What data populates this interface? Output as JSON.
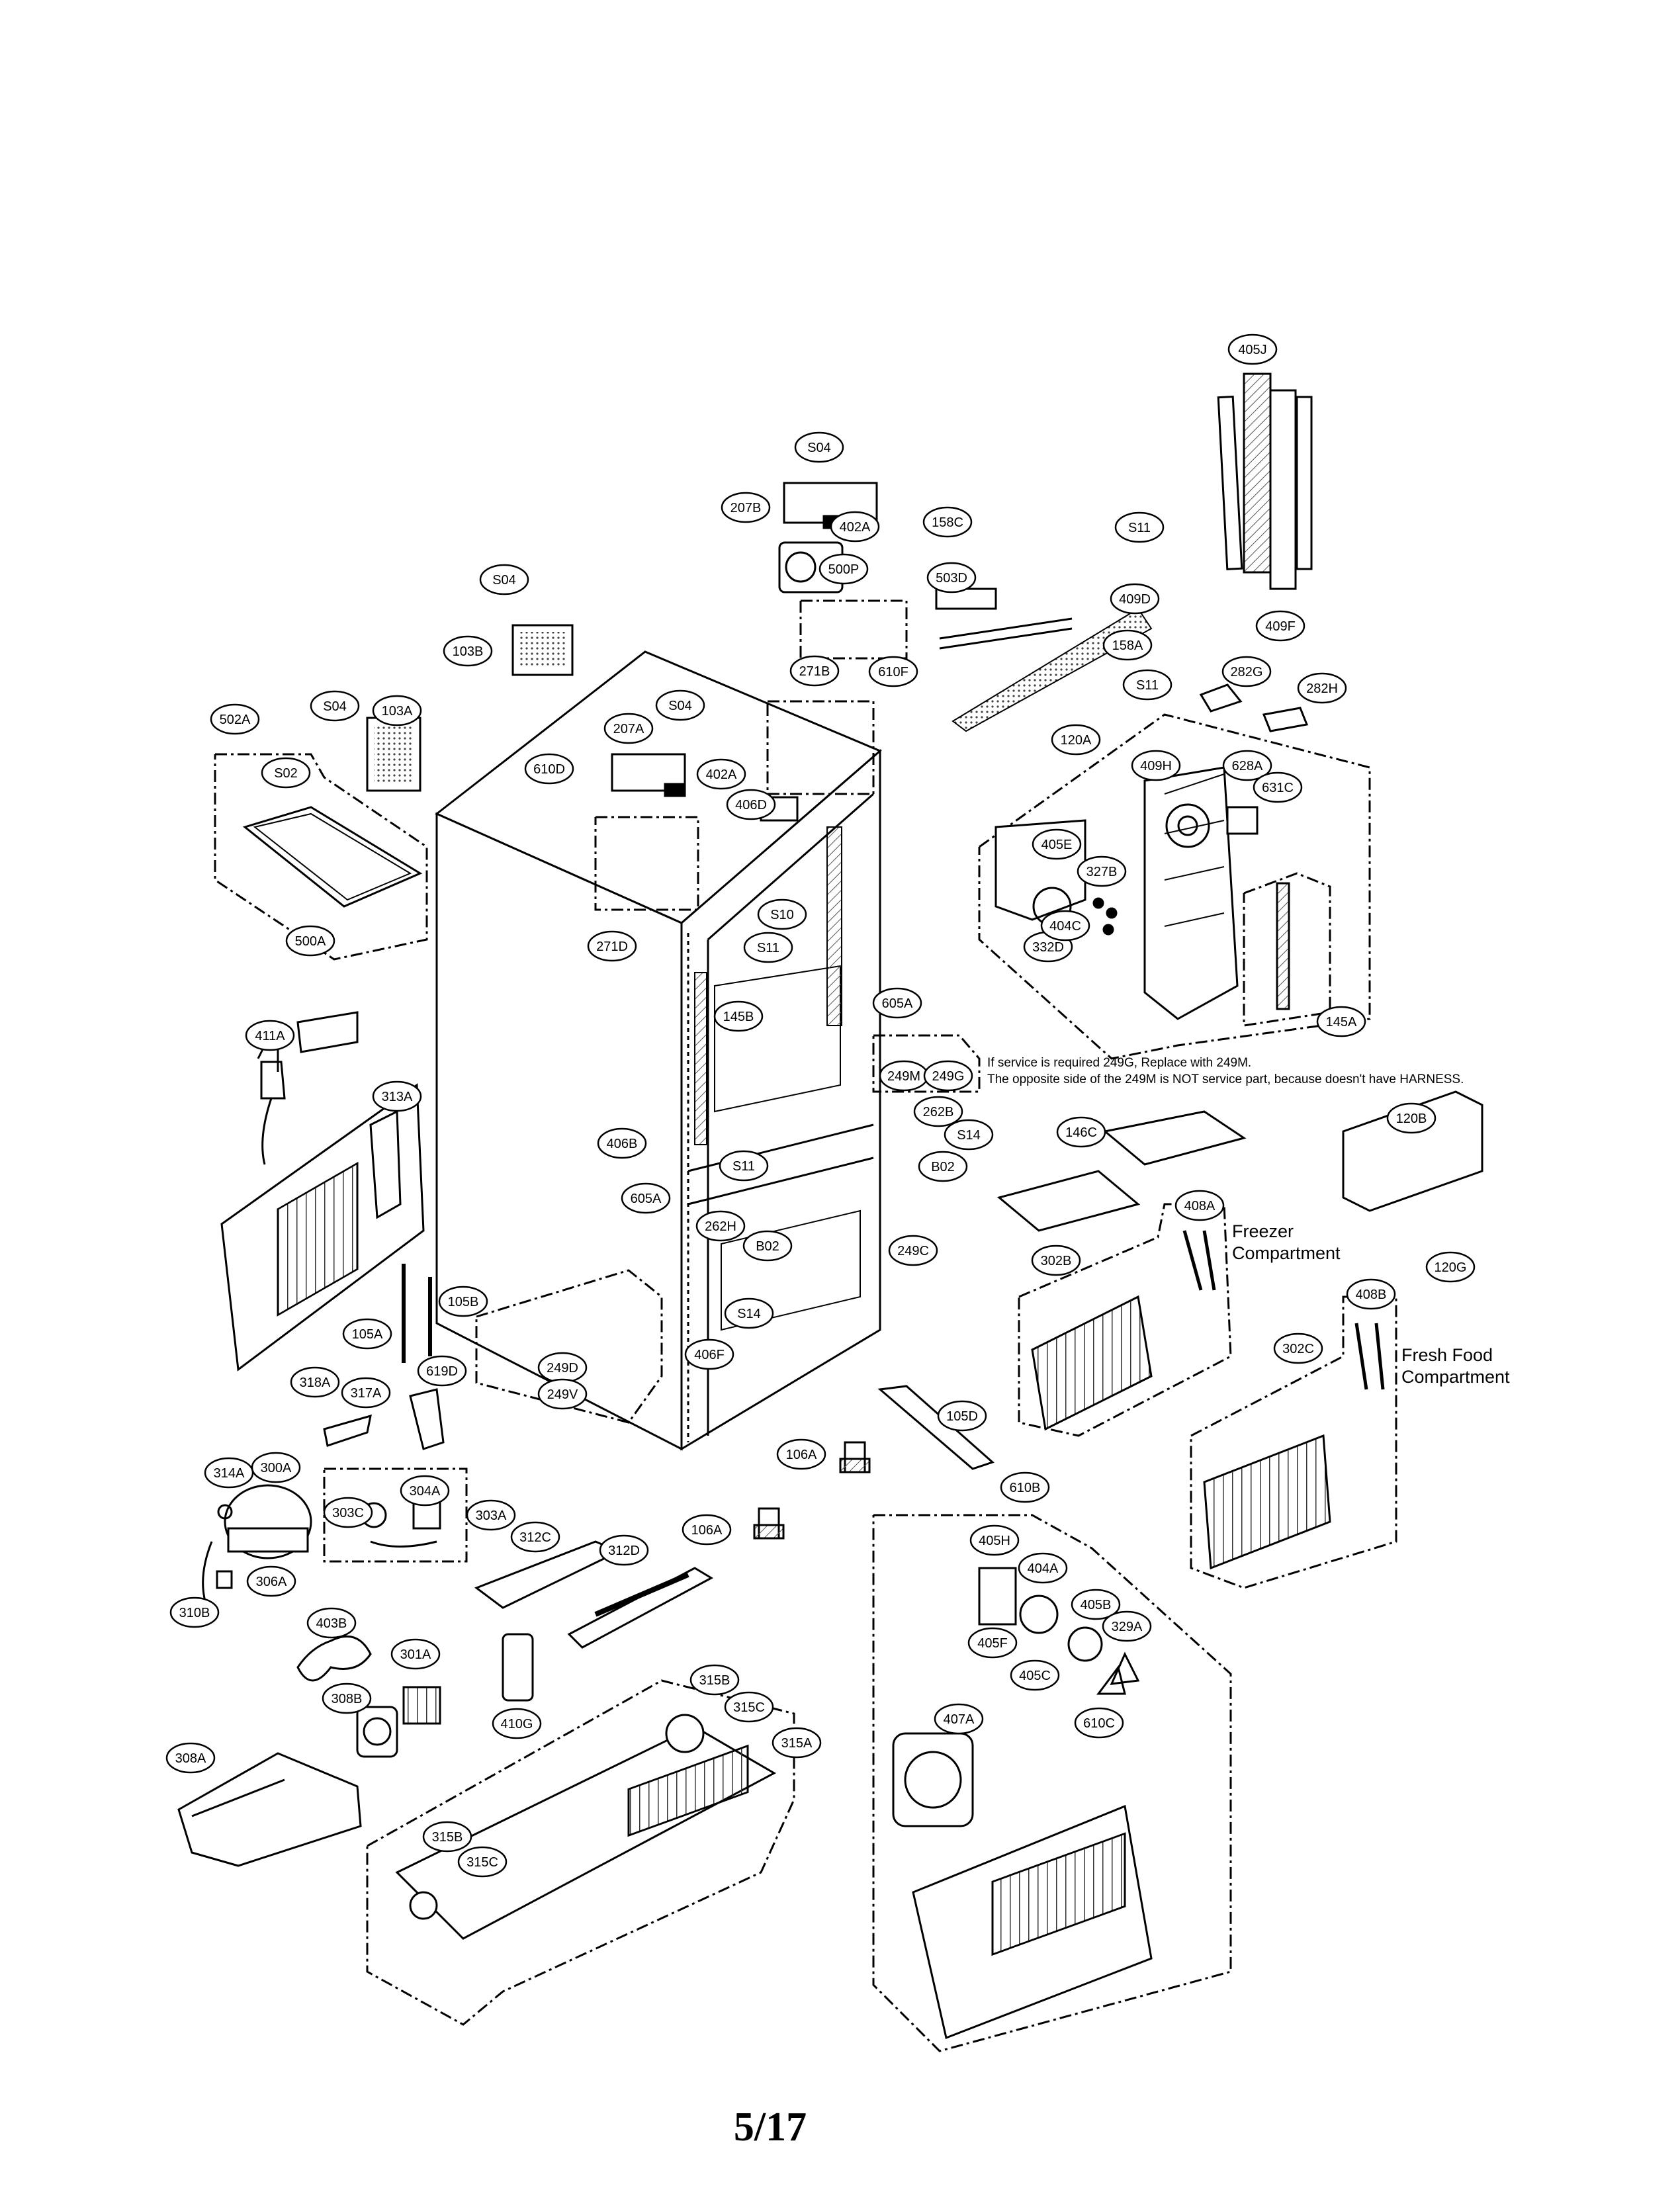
{
  "callouts": [
    {
      "label": "405J"
    },
    {
      "label": "409F"
    },
    {
      "label": "S04"
    },
    {
      "label": "207B"
    },
    {
      "label": "402A"
    },
    {
      "label": "500P"
    },
    {
      "label": "158C"
    },
    {
      "label": "S11"
    },
    {
      "label": "503D"
    },
    {
      "label": "409D"
    },
    {
      "label": "158A"
    },
    {
      "label": "S11"
    },
    {
      "label": "S04"
    },
    {
      "label": "103B"
    },
    {
      "label": "271B"
    },
    {
      "label": "610F"
    },
    {
      "label": "282G"
    },
    {
      "label": "282H"
    },
    {
      "label": "502A"
    },
    {
      "label": "S04"
    },
    {
      "label": "103A"
    },
    {
      "label": "S02"
    },
    {
      "label": "207A"
    },
    {
      "label": "S04"
    },
    {
      "label": "402A"
    },
    {
      "label": "610D"
    },
    {
      "label": "406D"
    },
    {
      "label": "S10"
    },
    {
      "label": "271D"
    },
    {
      "label": "120A"
    },
    {
      "label": "409H"
    },
    {
      "label": "628A"
    },
    {
      "label": "631C"
    },
    {
      "label": "405E"
    },
    {
      "label": "327B"
    },
    {
      "label": "332D"
    },
    {
      "label": "404C"
    },
    {
      "label": "145A"
    },
    {
      "label": "500A"
    },
    {
      "label": "411A"
    },
    {
      "label": "S11"
    },
    {
      "label": "145B"
    },
    {
      "label": "605A"
    },
    {
      "label": "249M"
    },
    {
      "label": "249G"
    },
    {
      "label": "262B"
    },
    {
      "label": "S14"
    },
    {
      "label": "B02"
    },
    {
      "label": "313A"
    },
    {
      "label": "406B"
    },
    {
      "label": "S11"
    },
    {
      "label": "605A"
    },
    {
      "label": "262H"
    },
    {
      "label": "B02"
    },
    {
      "label": "249C"
    },
    {
      "label": "S14"
    },
    {
      "label": "146C"
    },
    {
      "label": "408A"
    },
    {
      "label": "120B"
    },
    {
      "label": "120G"
    },
    {
      "label": "302B"
    },
    {
      "label": "408B"
    },
    {
      "label": "302C"
    },
    {
      "label": "105A"
    },
    {
      "label": "105B"
    },
    {
      "label": "249D"
    },
    {
      "label": "406F"
    },
    {
      "label": "249V"
    },
    {
      "label": "318A"
    },
    {
      "label": "317A"
    },
    {
      "label": "619D"
    },
    {
      "label": "105D"
    },
    {
      "label": "106A"
    },
    {
      "label": "106A"
    },
    {
      "label": "314A"
    },
    {
      "label": "300A"
    },
    {
      "label": "304A"
    },
    {
      "label": "303C"
    },
    {
      "label": "303A"
    },
    {
      "label": "306A"
    },
    {
      "label": "310B"
    },
    {
      "label": "312C"
    },
    {
      "label": "312D"
    },
    {
      "label": "610B"
    },
    {
      "label": "405H"
    },
    {
      "label": "404A"
    },
    {
      "label": "405B"
    },
    {
      "label": "329A"
    },
    {
      "label": "405F"
    },
    {
      "label": "405C"
    },
    {
      "label": "403B"
    },
    {
      "label": "301A"
    },
    {
      "label": "308B"
    },
    {
      "label": "410G"
    },
    {
      "label": "315B"
    },
    {
      "label": "315C"
    },
    {
      "label": "315A"
    },
    {
      "label": "407A"
    },
    {
      "label": "610C"
    },
    {
      "label": "308A"
    },
    {
      "label": "315B"
    },
    {
      "label": "315C"
    }
  ],
  "notes": {
    "service_line1": "If service is required 249G, Replace with 249M.",
    "service_line2": "The opposite side of the 249M is NOT service part, because doesn't have HARNESS.",
    "freezer": "Freezer\nCompartment",
    "fresh": "Fresh Food\nCompartment"
  },
  "page_number": "5/17"
}
